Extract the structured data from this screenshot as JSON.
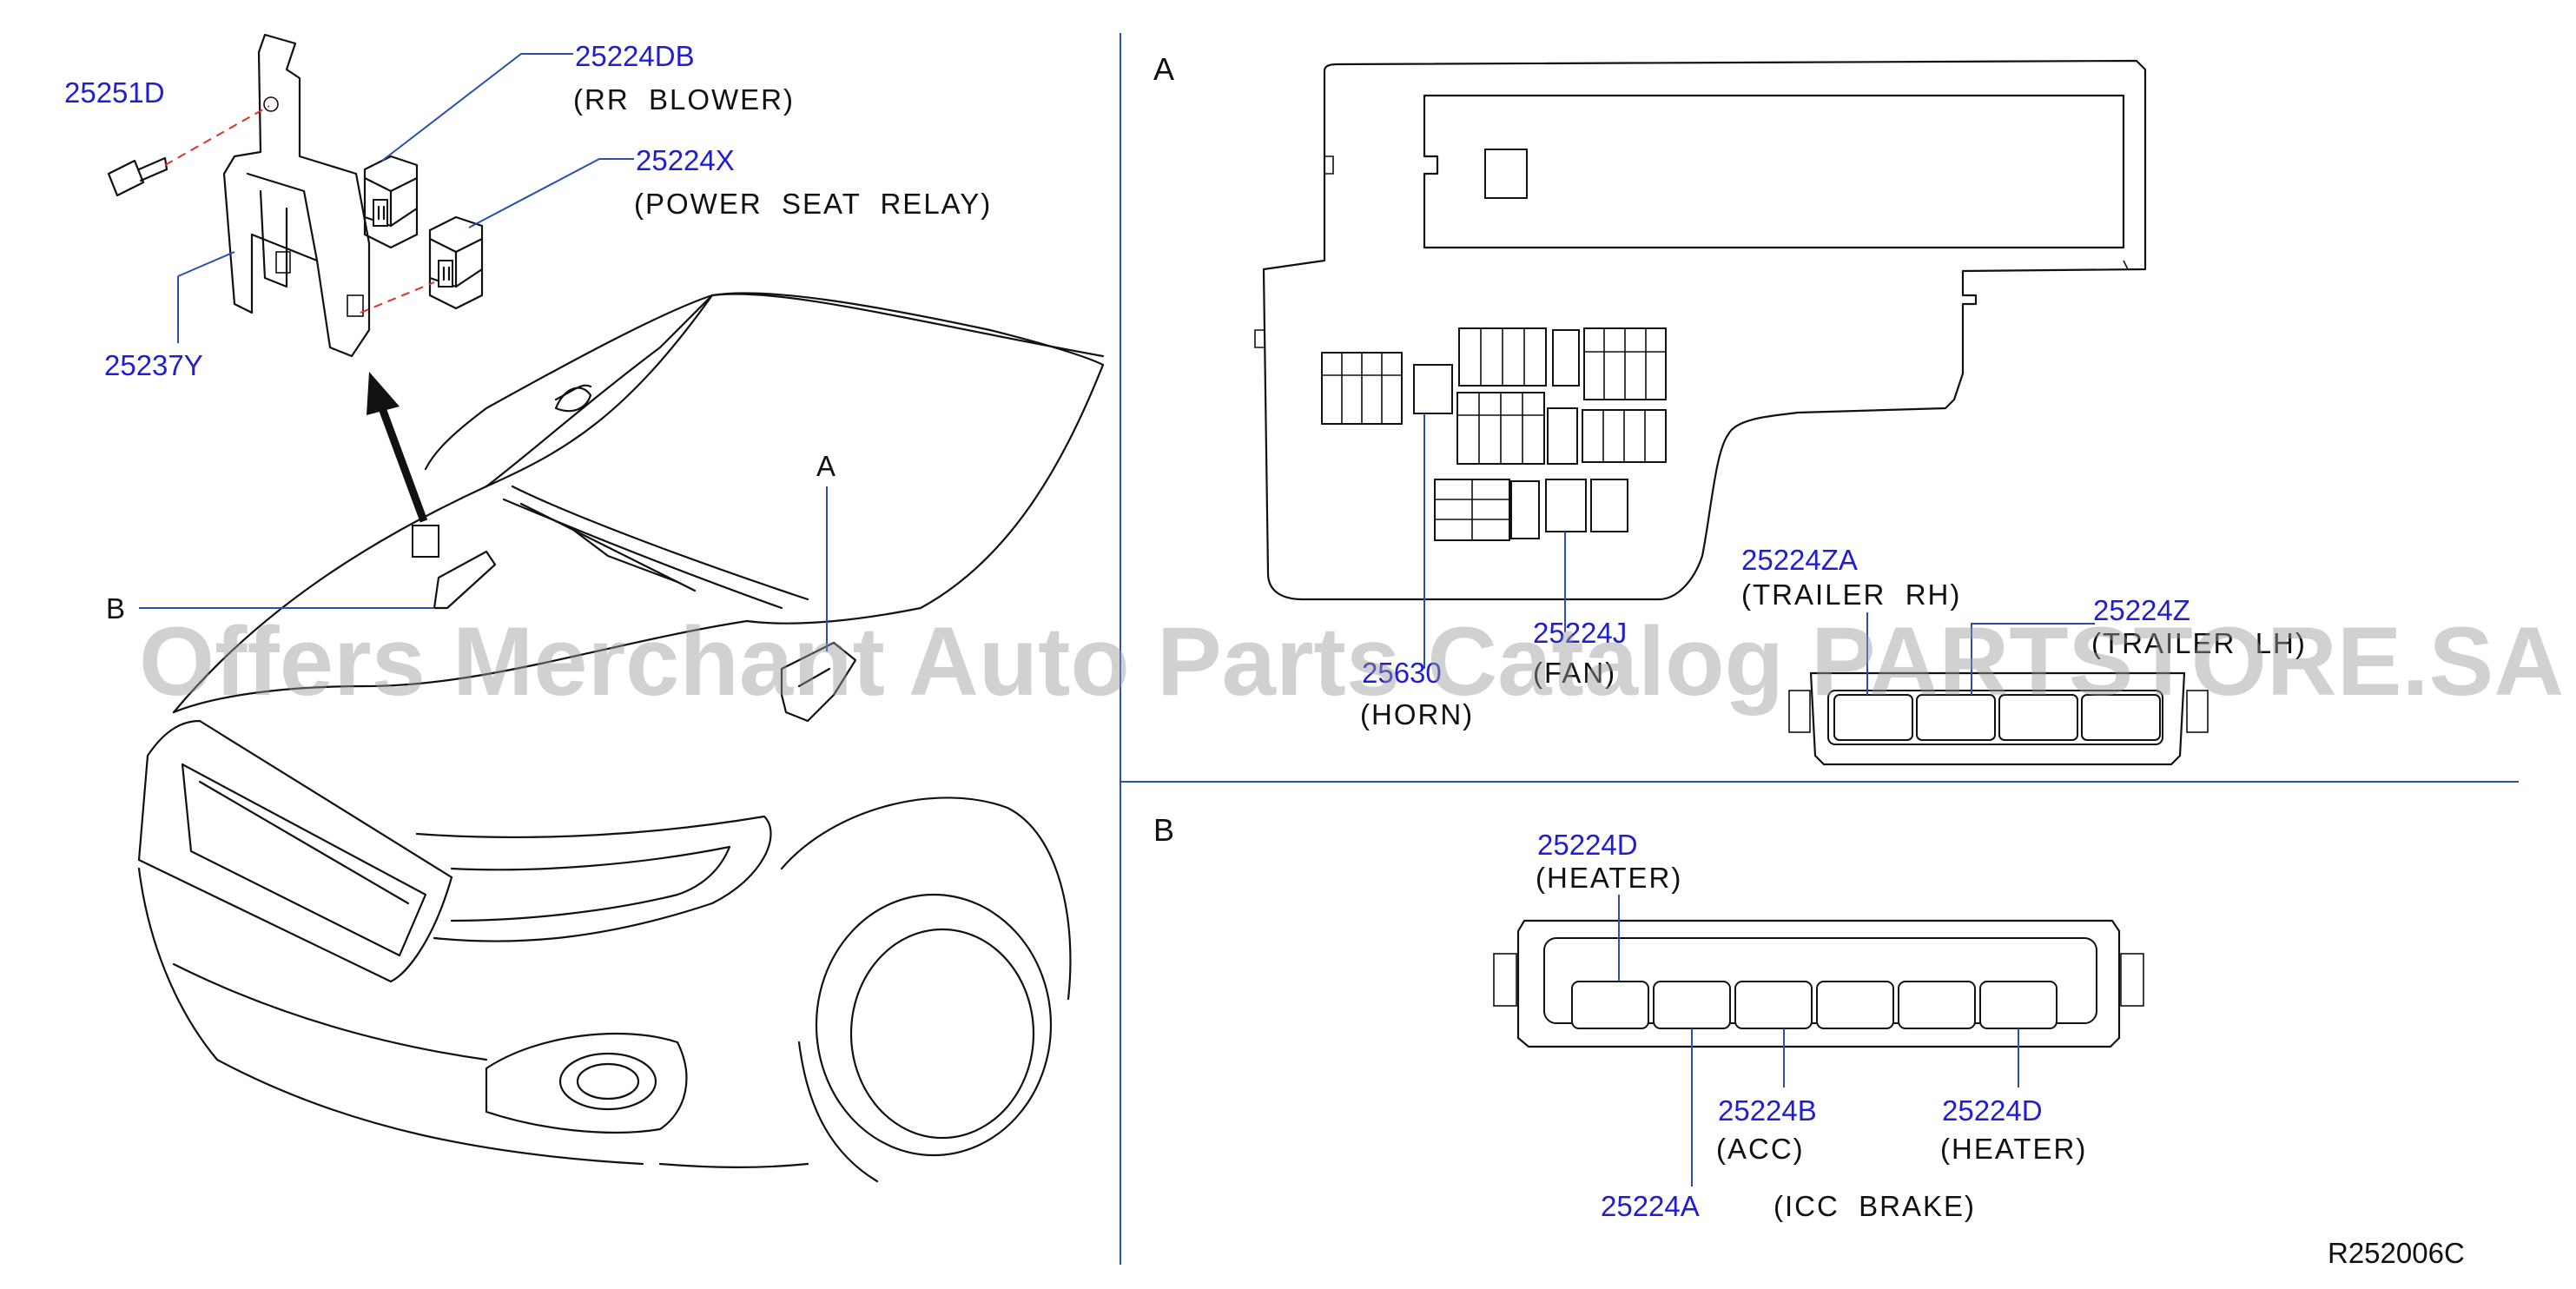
{
  "sections": {
    "a": "A",
    "b": "B"
  },
  "callouts": {
    "car_a": "A",
    "car_b": "B"
  },
  "left": {
    "p25251d": "25251D",
    "p25224db": "25224DB",
    "p25224db_desc": "(RR  BLOWER)",
    "p25224x": "25224X",
    "p25224x_desc": "(POWER  SEAT  RELAY)",
    "p25237y": "25237Y"
  },
  "panel_a": {
    "p25224za": "25224ZA",
    "p25224za_desc": "(TRAILER  RH)",
    "p25224z": "25224Z",
    "p25224z_desc": "(TRAILER  LH)",
    "p25224j": "25224J",
    "p25224j_desc": "(FAN)",
    "p25630": "25630",
    "p25630_desc": "(HORN)"
  },
  "panel_b": {
    "p25224d_top": "25224D",
    "p25224d_top_desc": "(HEATER)",
    "p25224b": "25224B",
    "p25224b_desc": "(ACC)",
    "p25224d_right": "25224D",
    "p25224d_right_desc": "(HEATER)",
    "p25224a": "25224A",
    "p25224a_desc": "(ICC  BRAKE)"
  },
  "diagram_ref": "R252006C",
  "watermark": "Offers Merchant Auto Parts Catalog PARTSTORE.SA",
  "colors": {
    "part_number": "#1f1fd0",
    "leader": "#2a4fae",
    "dashed": "#e0302a"
  }
}
